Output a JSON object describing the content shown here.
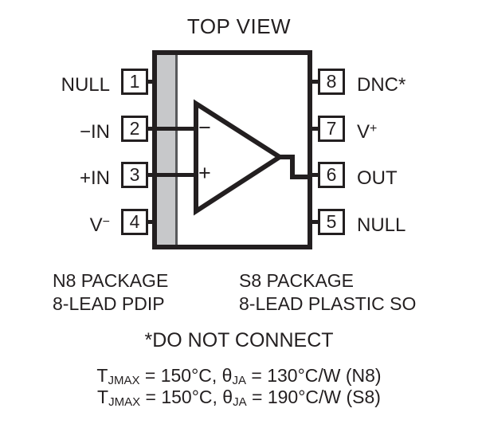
{
  "title": "TOP VIEW",
  "device": {
    "type": "operational-amplifier",
    "inverting_sign": "−",
    "noninverting_sign": "+"
  },
  "pins": {
    "left": [
      {
        "number": "1",
        "label": "NULL",
        "label_sup": ""
      },
      {
        "number": "2",
        "label": "−IN",
        "label_sup": ""
      },
      {
        "number": "3",
        "label": "+IN",
        "label_sup": ""
      },
      {
        "number": "4",
        "label": "V",
        "label_sup": "−"
      }
    ],
    "right": [
      {
        "number": "8",
        "label": "DNC*",
        "label_sup": ""
      },
      {
        "number": "7",
        "label": "V",
        "label_sup": "+"
      },
      {
        "number": "6",
        "label": "OUT",
        "label_sup": ""
      },
      {
        "number": "5",
        "label": "NULL",
        "label_sup": ""
      }
    ]
  },
  "packages": {
    "left": {
      "name": "N8 PACKAGE",
      "description": "8-LEAD PDIP"
    },
    "right": {
      "name": "S8 PACKAGE",
      "description": "8-LEAD PLASTIC SO"
    }
  },
  "footnote": "*DO NOT CONNECT",
  "thermal": [
    {
      "tj_label": "T",
      "tj_sub": "JMAX",
      "tj_value": " = 150°C, ",
      "theta_label": "θ",
      "theta_sub": "JA",
      "theta_value": " = 130°C/W (N8)"
    },
    {
      "tj_label": "T",
      "tj_sub": "JMAX",
      "tj_value": " = 150°C, ",
      "theta_label": "θ",
      "theta_sub": "JA",
      "theta_value": " = 190°C/W (S8)"
    }
  ],
  "colors": {
    "ink": "#231f20",
    "pin1_stripe": "#c7c8ca",
    "stripe_edge": "#58595b",
    "background": "#ffffff"
  }
}
